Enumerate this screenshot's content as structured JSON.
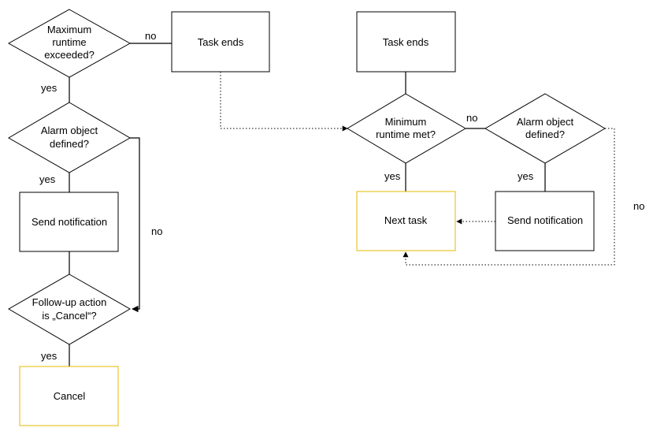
{
  "colors": {
    "accent": "#e6b800",
    "stroke": "#000000"
  },
  "left": {
    "decision_max_runtime": [
      "Maximum",
      "runtime",
      "exceeded?"
    ],
    "task_ends": "Task ends",
    "label_no_top": "no",
    "label_yes_1": "yes",
    "decision_alarm": [
      "Alarm object",
      "defined?"
    ],
    "label_yes_2": "yes",
    "send_notification": "Send notification",
    "label_no_side": "no",
    "decision_followup": [
      "Follow-up action",
      "is „Cancel“?"
    ],
    "label_yes_3": "yes",
    "cancel": "Cancel"
  },
  "right": {
    "task_ends": "Task ends",
    "decision_min_runtime": [
      "Minimum",
      "runtime met?"
    ],
    "label_no_mid": "no",
    "decision_alarm": [
      "Alarm object",
      "defined?"
    ],
    "label_yes_left": "yes",
    "label_yes_right": "yes",
    "next_task": "Next task",
    "send_notification": "Send notification",
    "label_no_far": "no"
  }
}
